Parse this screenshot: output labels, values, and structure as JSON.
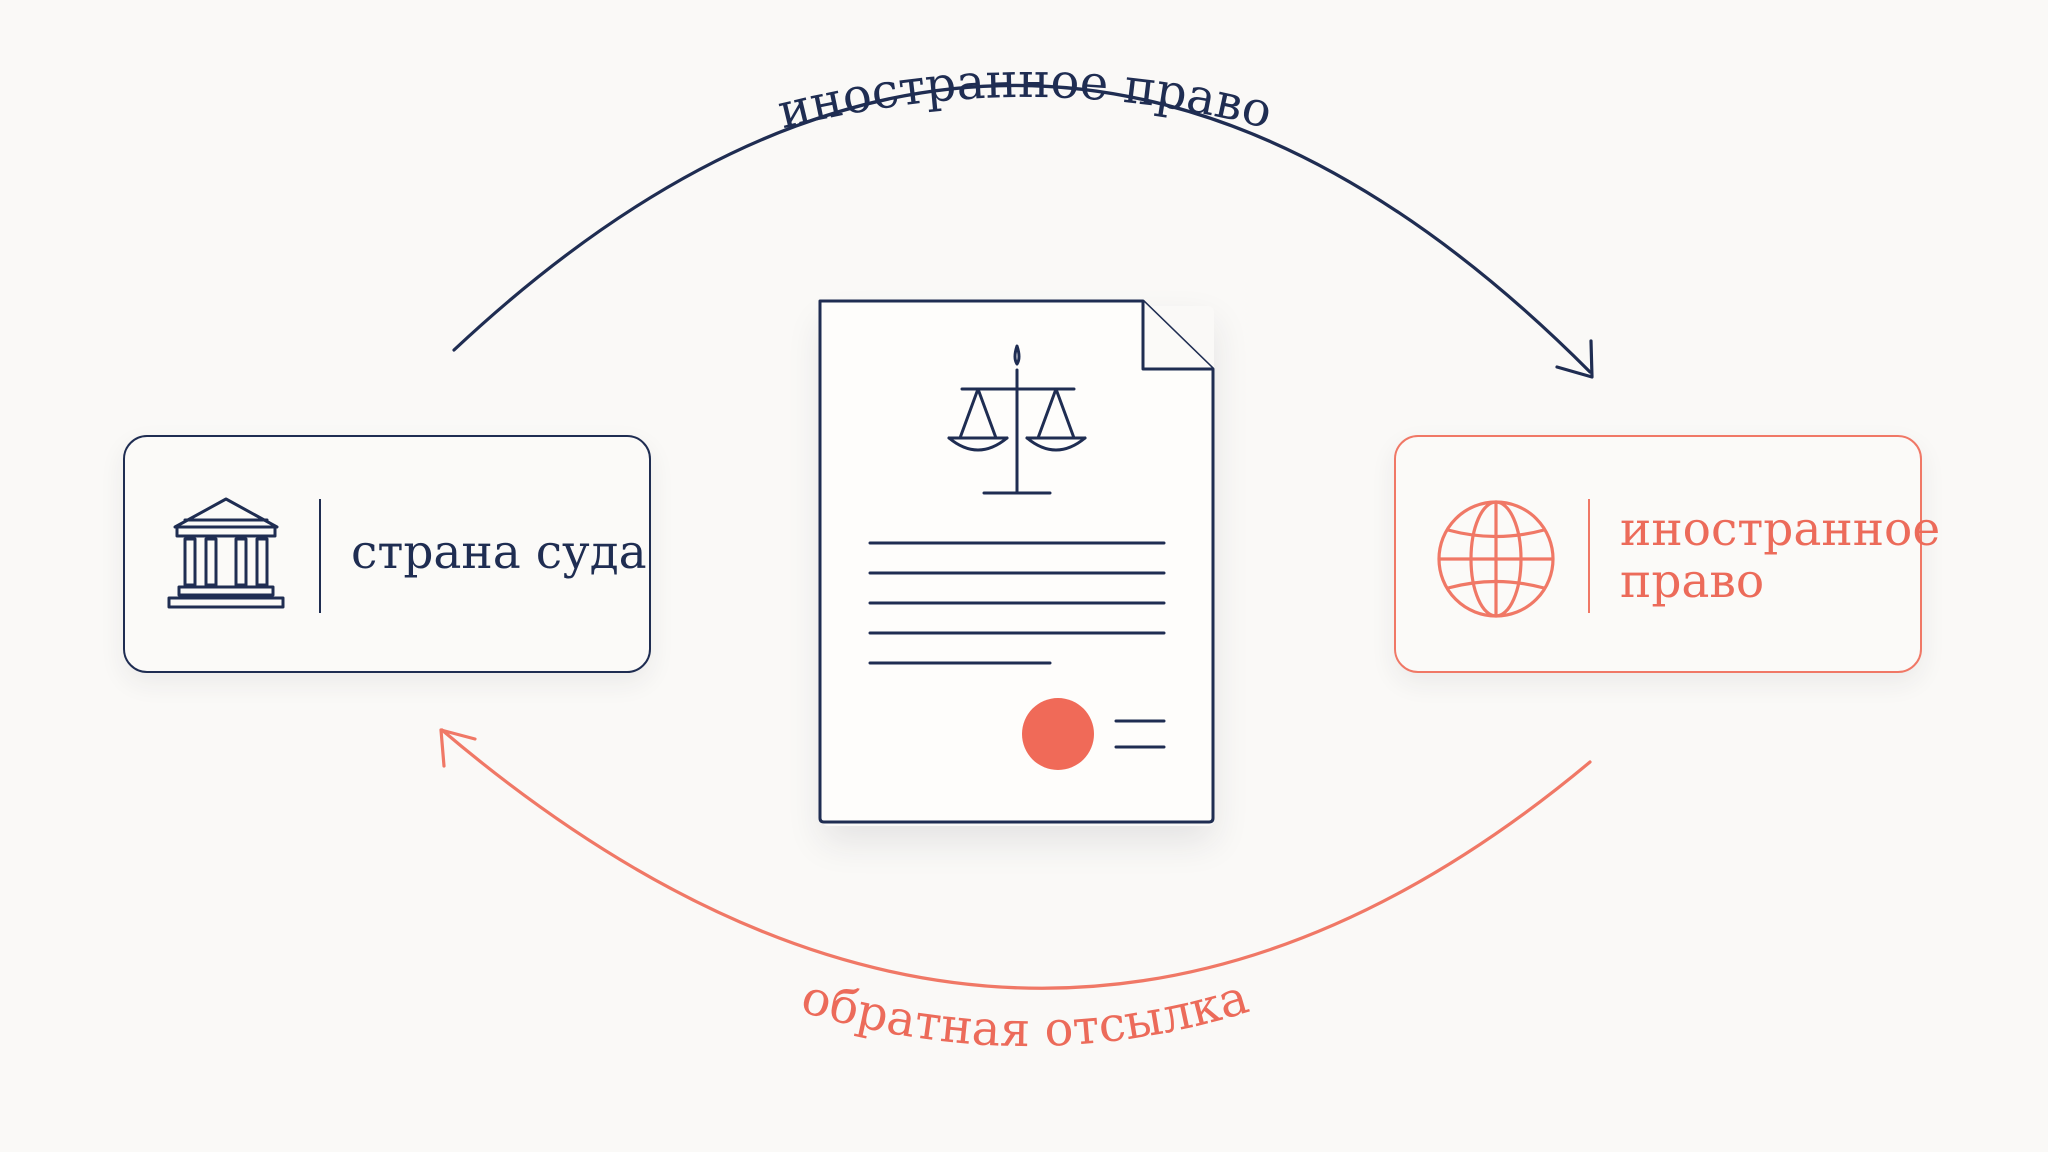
{
  "arrows": {
    "top_label": "иностранное право",
    "bottom_label": "обратная отсылка"
  },
  "cards": {
    "left": {
      "label": "страна суда",
      "icon": "courthouse-icon"
    },
    "right": {
      "label": "иностранное\nправо",
      "icon": "globe-icon"
    }
  },
  "document": {
    "icon": "scales-of-justice-icon",
    "seal_icon": "seal-icon"
  },
  "colors": {
    "navy": "#1f2d52",
    "coral": "#f07866",
    "background": "#faf9f7"
  }
}
